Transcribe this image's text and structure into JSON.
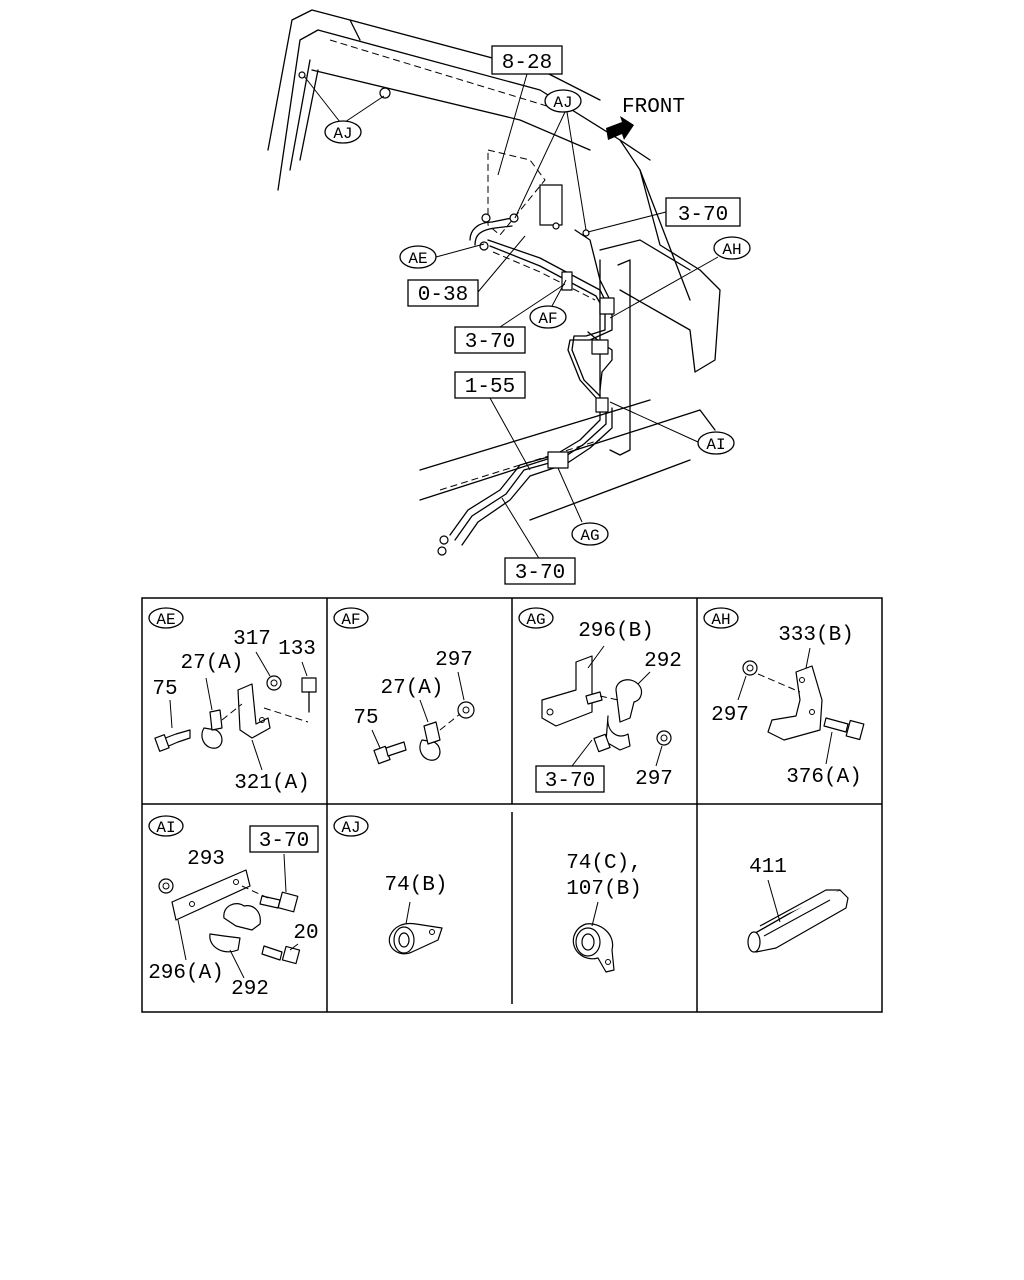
{
  "main_view": {
    "front_label": "FRONT",
    "ref_boxes": [
      "8-28",
      "3-70",
      "0-38",
      "3-70",
      "1-55",
      "3-70"
    ],
    "callouts": [
      "AJ",
      "AJ",
      "AE",
      "AH",
      "AF",
      "AI",
      "AG"
    ]
  },
  "details": {
    "ae": {
      "tag": "AE",
      "parts": [
        "317",
        "133",
        "27(A)",
        "75",
        "321(A)"
      ]
    },
    "af": {
      "tag": "AF",
      "parts": [
        "297",
        "27(A)",
        "75"
      ]
    },
    "ag": {
      "tag": "AG",
      "parts": [
        "296(B)",
        "292",
        "297"
      ],
      "ref": "3-70"
    },
    "ah": {
      "tag": "AH",
      "parts": [
        "333(B)",
        "297",
        "376(A)"
      ]
    },
    "ai": {
      "tag": "AI",
      "parts": [
        "293",
        "20",
        "296(A)",
        "292"
      ],
      "ref": "3-70"
    },
    "aj": {
      "tag": "AJ",
      "parts": [
        "74(B)",
        "74(C),",
        "107(B)"
      ]
    },
    "misc": {
      "parts": [
        "411"
      ]
    }
  }
}
